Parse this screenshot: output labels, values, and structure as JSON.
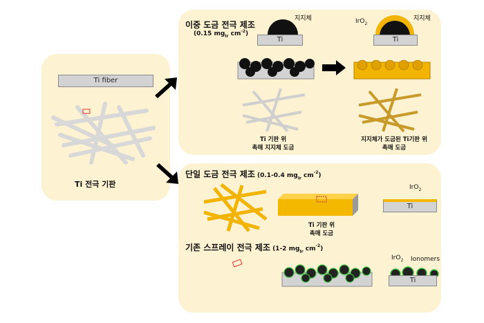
{
  "left_panel": {
    "fiber_label": "Ti fiber",
    "title": "Ti 전극 기판"
  },
  "dual": {
    "title": "이중 도금 전극 제조",
    "loading_prefix": "(0.15 mg",
    "loading_sub": "Ir",
    "loading_suffix": " cm",
    "loading_sup": "-2",
    "loading_close": ")",
    "support_label": "지지체",
    "ti_label": "Ti",
    "iro2_label": "IrO",
    "iro2_sub": "2",
    "caption_left_1": "Ti 기판 위",
    "caption_left_2": "촉매 지지체 도금",
    "caption_right_1": "지지체가 도금된 Ti기판 위",
    "caption_right_2": "촉매 도금"
  },
  "single": {
    "title": "단일 도금 전극 제조",
    "loading_prefix": " (0.1-0.4 mg",
    "loading_sub": "Ir",
    "loading_suffix": " cm",
    "loading_sup": "-2",
    "loading_close": ")",
    "ti_label": "Ti",
    "iro2_label": "IrO",
    "iro2_sub": "2",
    "caption_1": "Ti 기판 위",
    "caption_2": "촉매 도금"
  },
  "spray": {
    "title": "기존 스프레이 전극 제조",
    "loading_prefix": " (1-2 mg",
    "loading_sub": "Ir",
    "loading_suffix": " cm",
    "loading_sup": "-2",
    "loading_close": ")",
    "iro2_label": "IrO",
    "iro2_sub": "2",
    "ionomer_label": "Ionomers",
    "ti_label": "Ti"
  },
  "colors": {
    "panel": "#fdf2d2",
    "gold": "#f2b400",
    "gray": "#d3d3d3",
    "black": "#111111",
    "green": "#3cbc3c"
  }
}
